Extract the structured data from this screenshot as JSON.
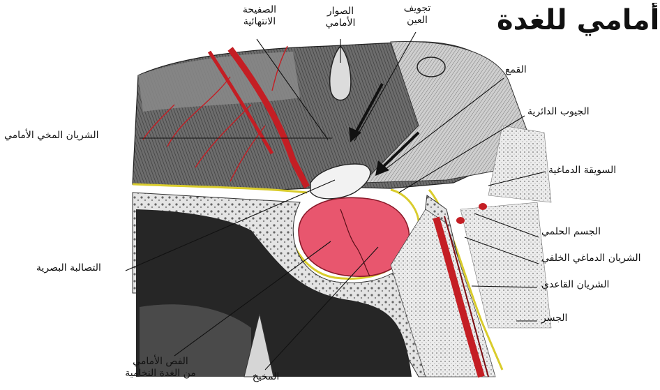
{
  "title": "أمامي للغدة",
  "labels": {
    "lamina_terminalis": [
      "الصفيحة",
      "الانتهائية"
    ],
    "anterior_commissure": [
      "الصوار",
      "الأمامي"
    ],
    "optic_recess": [
      "تجويف",
      "العين"
    ],
    "infundibulum": "القمع",
    "circular_sinuses": "الجيوب الدائرية",
    "anterior_cerebral_artery": "الشريان المخي الأمامي",
    "cerebral_peduncle": "السويقة الدماغية",
    "mammillary_body": "الجسم الحلمي",
    "posterior_cerebral_artery": "الشريان الدماغي الخلفي",
    "basilar_artery": "الشريان القاعدي",
    "pons": "الجسر",
    "optic_chiasm": "التصالبة البصرية",
    "anterior_lobe": [
      "الفص الأمامي",
      "من الغدة النخامية"
    ],
    "cerebellum": "المخيخ"
  },
  "colors": {
    "artery": "#c41e24",
    "gland": "#e8566e",
    "dura": "#d9cc2c",
    "tissue_dark": "#2b2b2b",
    "tissue_mid": "#8c8c8c",
    "tissue_light": "#d6d6d6"
  }
}
